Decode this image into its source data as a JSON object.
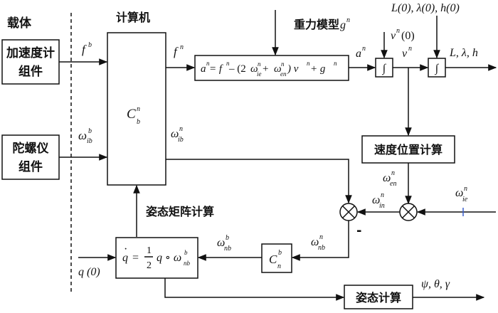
{
  "labels": {
    "carrier": "载体",
    "accel_line1": "加速度计",
    "accel_line2": "组件",
    "gyro_line1": "陀螺仪",
    "gyro_line2": "组件",
    "computer": "计算机",
    "gravity_model": "重力模型",
    "velocity_position": "速度位置计算",
    "attitude_matrix": "姿态矩阵计算",
    "attitude_calc": "姿态计算",
    "minus_sign": "-",
    "integral": "∫"
  },
  "symbols": {
    "f_b": "f",
    "f_b_sup": "b",
    "f_n": "f",
    "f_n_sup": "n",
    "a_n": "a",
    "a_n_sup": "n",
    "v_n": "v",
    "v_n_sup": "n",
    "v_n0": "v",
    "v_n0_sup": "n",
    "v_n0_arg": "(0)",
    "g_n": "g",
    "g_n_sup": "n",
    "omega": "ω",
    "C": "C",
    "ib_sub": "ib",
    "b_sup": "b",
    "n_sup": "n",
    "en_sub": "en",
    "in_sub": "in",
    "ie_sub": "ie",
    "nb_sub": "nb",
    "b_sub": "b",
    "n_sub": "n",
    "initial_position": "L(0), λ(0), h(0)",
    "position_output": "L, λ, h",
    "q0": "q (0)",
    "attitude_output": "ψ, θ, γ"
  },
  "equations": {
    "eq_a_lhs": "a",
    "eq_a_mid1": " = f",
    "eq_a_mid2": " – (2",
    "eq_a_mid3": " +",
    "eq_a_mid4": ") v",
    "eq_a_mid5": " + g",
    "eq_q_lhs": "q",
    "eq_q_dot": "·",
    "eq_q_eq": "=",
    "eq_q_num": "1",
    "eq_q_den": "2",
    "eq_q_rhs": "q ∘ ω"
  },
  "colors": {
    "line": "#111111",
    "accent_tick": "#3a5fcd"
  }
}
